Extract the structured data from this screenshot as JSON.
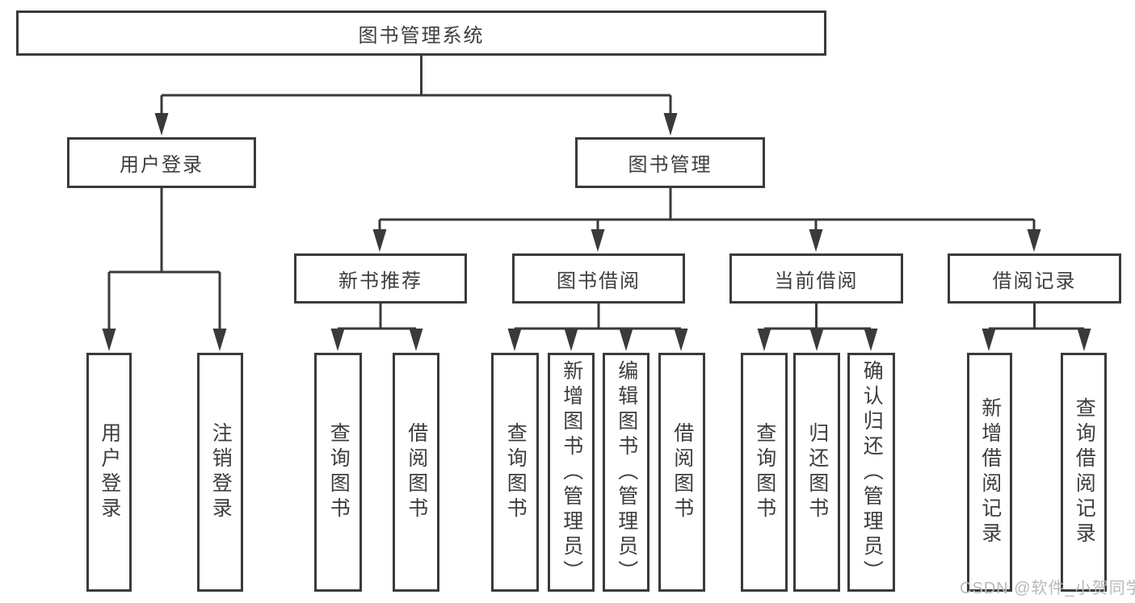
{
  "tree": {
    "root": {
      "label": "图书管理系统"
    },
    "branches": [
      {
        "label": "用户登录",
        "children": [
          {
            "label": "用户登录"
          },
          {
            "label": "注销登录"
          }
        ]
      },
      {
        "label": "图书管理",
        "groups": [
          {
            "label": "新书推荐",
            "children": [
              {
                "label": "查询图书"
              },
              {
                "label": "借阅图书"
              }
            ]
          },
          {
            "label": "图书借阅",
            "children": [
              {
                "label": "查询图书"
              },
              {
                "label": "新增图书（管理员）"
              },
              {
                "label": "编辑图书（管理员）"
              },
              {
                "label": "借阅图书"
              }
            ]
          },
          {
            "label": "当前借阅",
            "children": [
              {
                "label": "查询图书"
              },
              {
                "label": "归还图书"
              },
              {
                "label": "确认归还（管理员）"
              }
            ]
          },
          {
            "label": "借阅记录",
            "children": [
              {
                "label": "新增借阅记录"
              },
              {
                "label": "查询借阅记录"
              }
            ]
          }
        ]
      }
    ]
  },
  "watermark": {
    "text": "CSDN @软件_小贺同学"
  },
  "colors": {
    "line": "#3a3a3a",
    "text": "#3d3d3d",
    "background": "#ffffff",
    "watermark": "#b9b9b9"
  }
}
